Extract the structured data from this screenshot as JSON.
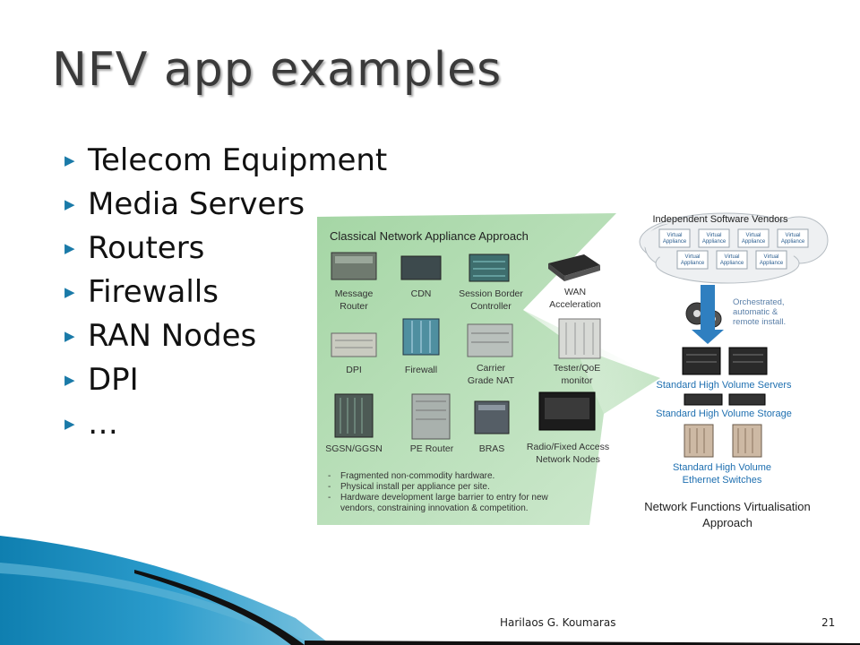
{
  "title": "NFV app examples",
  "bullets": [
    "Telecom Equipment",
    "Media Servers",
    "Routers",
    "Firewalls",
    "RAN Nodes",
    "DPI",
    "…"
  ],
  "figure": {
    "classical_title": "Classical Network Appliance Approach",
    "appliances": [
      {
        "label1": "Message",
        "label2": "Router"
      },
      {
        "label1": "CDN",
        "label2": ""
      },
      {
        "label1": "Session Border",
        "label2": "Controller"
      },
      {
        "label1": "WAN",
        "label2": "Acceleration"
      },
      {
        "label1": "DPI",
        "label2": ""
      },
      {
        "label1": "Firewall",
        "label2": ""
      },
      {
        "label1": "Carrier",
        "label2": "Grade NAT"
      },
      {
        "label1": "Tester/QoE",
        "label2": "monitor"
      },
      {
        "label1": "SGSN/GGSN",
        "label2": ""
      },
      {
        "label1": "PE Router",
        "label2": ""
      },
      {
        "label1": "BRAS",
        "label2": ""
      },
      {
        "label1": "Radio/Fixed Access",
        "label2": "Network Nodes"
      }
    ],
    "notes": [
      "Fragmented non-commodity hardware.",
      "Physical install per appliance per site.",
      "Hardware development large barrier to entry for new",
      "vendors, constraining innovation & competition."
    ],
    "isv_title": "Independent Software Vendors",
    "virtual_appliance_l1": "Virtual",
    "virtual_appliance_l2": "Appliance",
    "orchestration_l1": "Orchestrated,",
    "orchestration_l2": "automatic &",
    "orchestration_l3": "remote install.",
    "servers_label": "Standard High Volume Servers",
    "storage_label": "Standard High Volume Storage",
    "switches_l1": "Standard High Volume",
    "switches_l2": "Ethernet Switches",
    "nfv_l1": "Network Functions Virtualisation",
    "nfv_l2": "Approach"
  },
  "footer": {
    "author": "Harilaos G. Koumaras",
    "page": "21"
  },
  "colors": {
    "panel_green": "#a9d7a9",
    "arrow_blue": "#2f7fc0",
    "band_blue": "#1a85b3",
    "bullet": "#1a7aa8"
  }
}
